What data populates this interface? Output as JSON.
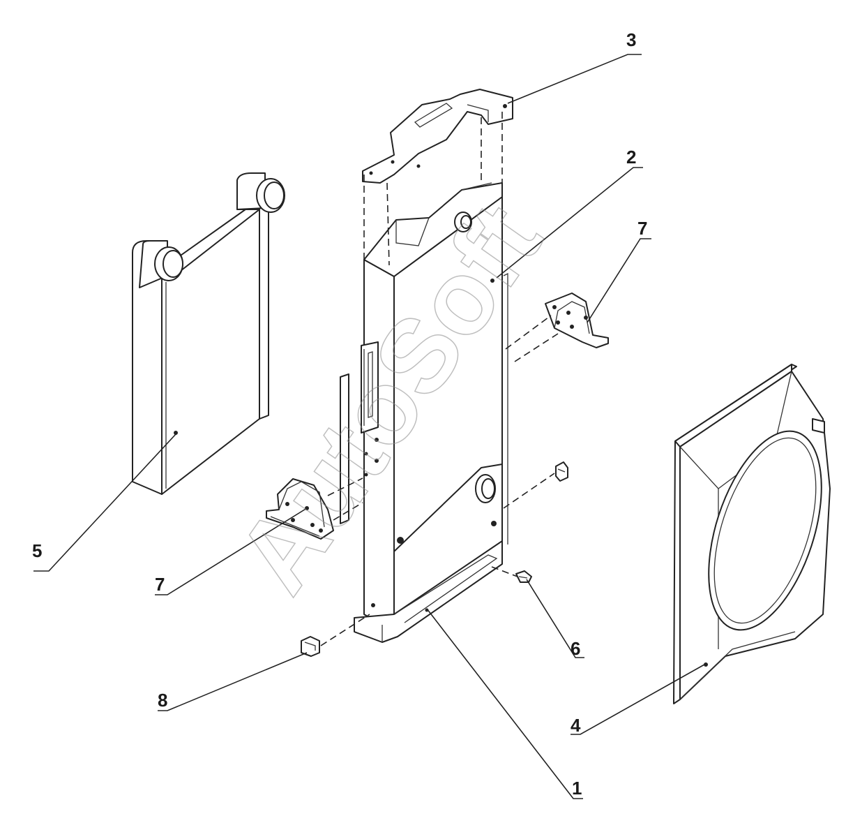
{
  "diagram": {
    "watermark": "AutoSoft",
    "callouts": [
      {
        "id": "1",
        "label": "1"
      },
      {
        "id": "2",
        "label": "2"
      },
      {
        "id": "3",
        "label": "3"
      },
      {
        "id": "4",
        "label": "4"
      },
      {
        "id": "5",
        "label": "5"
      },
      {
        "id": "6",
        "label": "6"
      },
      {
        "id": "7a",
        "label": "7"
      },
      {
        "id": "7b",
        "label": "7"
      },
      {
        "id": "8",
        "label": "8"
      }
    ]
  }
}
